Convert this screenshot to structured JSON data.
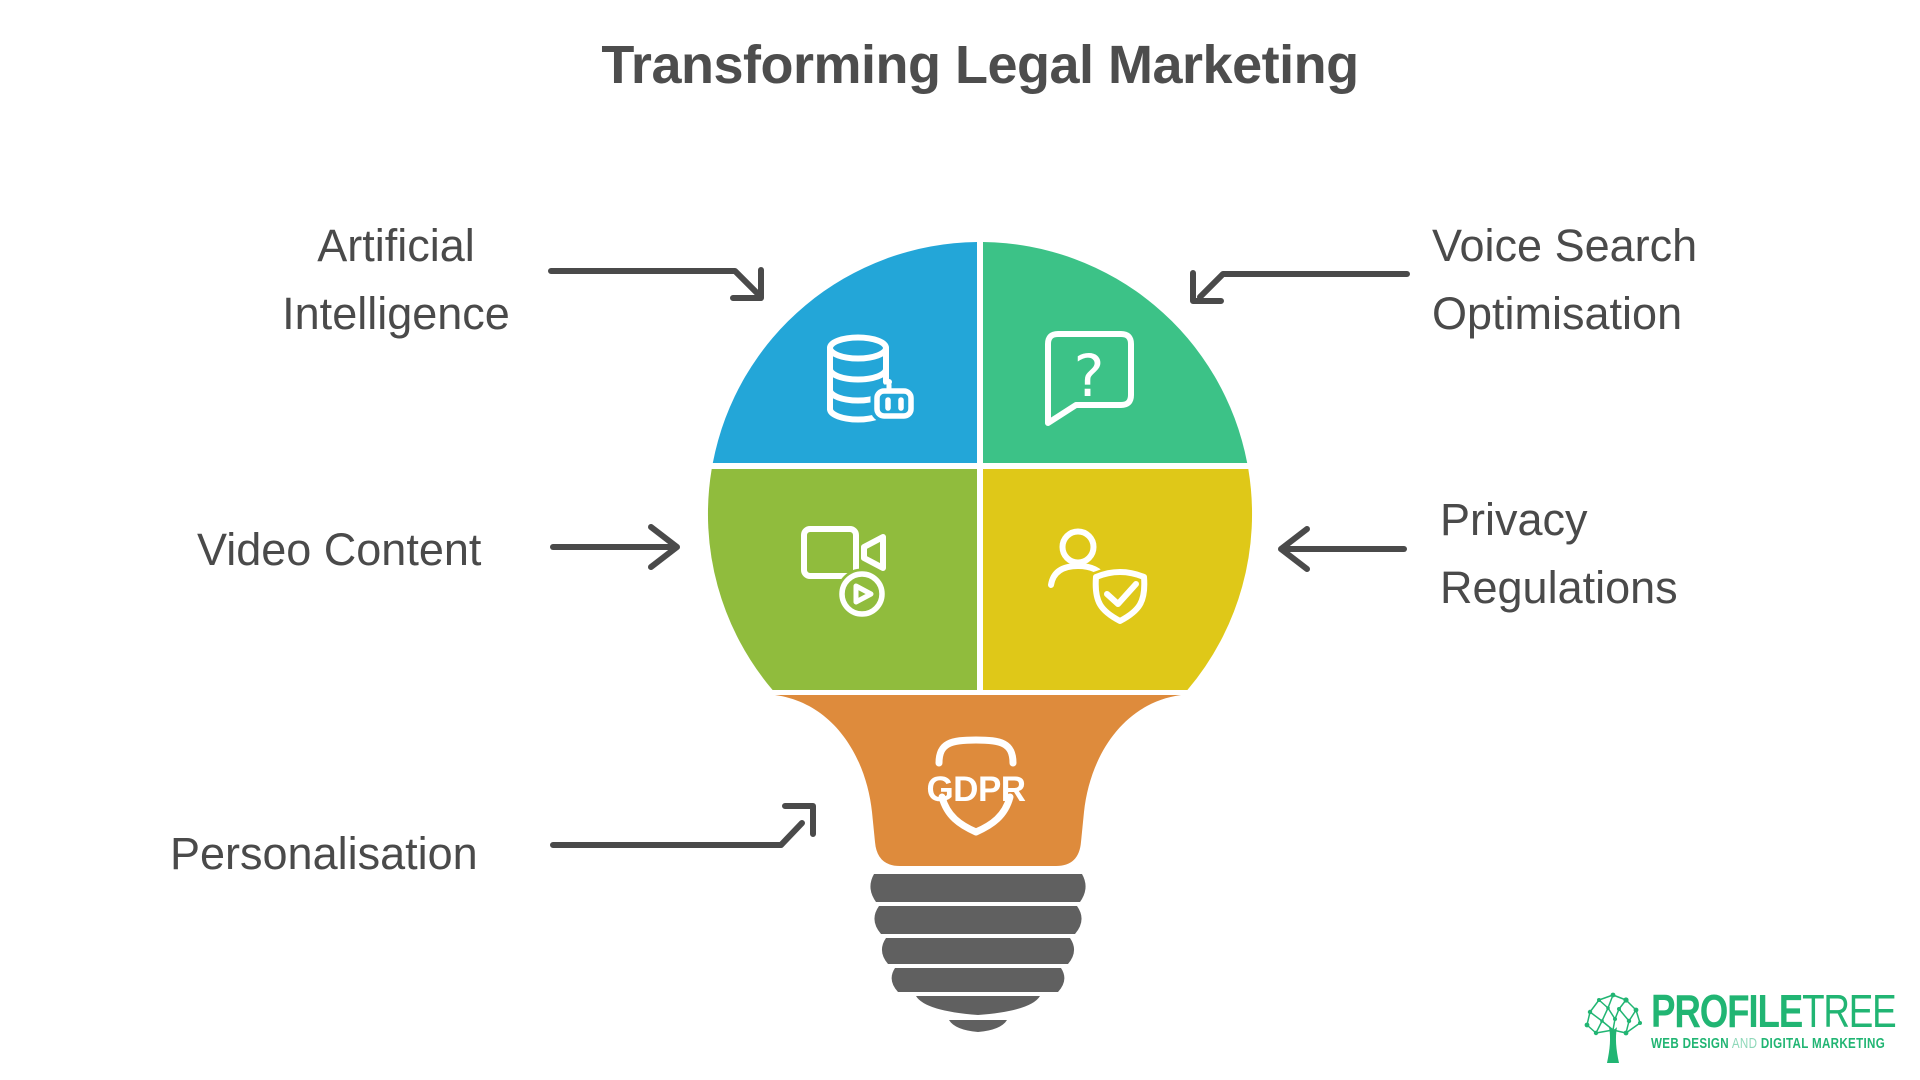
{
  "title": "Transforming Legal Marketing",
  "labels": {
    "artificial_intelligence": "Artificial Intelligence",
    "voice_search": "Voice Search Optimisation",
    "video_content": "Video Content",
    "privacy_regulations": "Privacy Regulations",
    "personalisation": "Personalisation"
  },
  "bulb": {
    "gdpr_text": "GDPR",
    "question_mark": "?",
    "segments": [
      {
        "name": "artificial-intelligence",
        "icon": "database-ai-icon",
        "color": "#23A6D8"
      },
      {
        "name": "voice-search-optimisation",
        "icon": "question-bubble-icon",
        "color": "#3CC287"
      },
      {
        "name": "video-content",
        "icon": "video-camera-icon",
        "color": "#90BC3D"
      },
      {
        "name": "privacy-regulations",
        "icon": "person-shield-icon",
        "color": "#DFC818"
      },
      {
        "name": "gdpr-personalisation",
        "icon": "gdpr-shield-icon",
        "color": "#DE8B3C"
      }
    ],
    "base_color": "#606060"
  },
  "arrow_color": "#4a4a4a",
  "logo": {
    "brand_bold": "PROFILE",
    "brand_light": "TREE",
    "tagline_bold1": "WEB DESIGN",
    "tagline_light": " AND ",
    "tagline_bold2": "DIGITAL MARKETING",
    "color": "#21B573"
  }
}
